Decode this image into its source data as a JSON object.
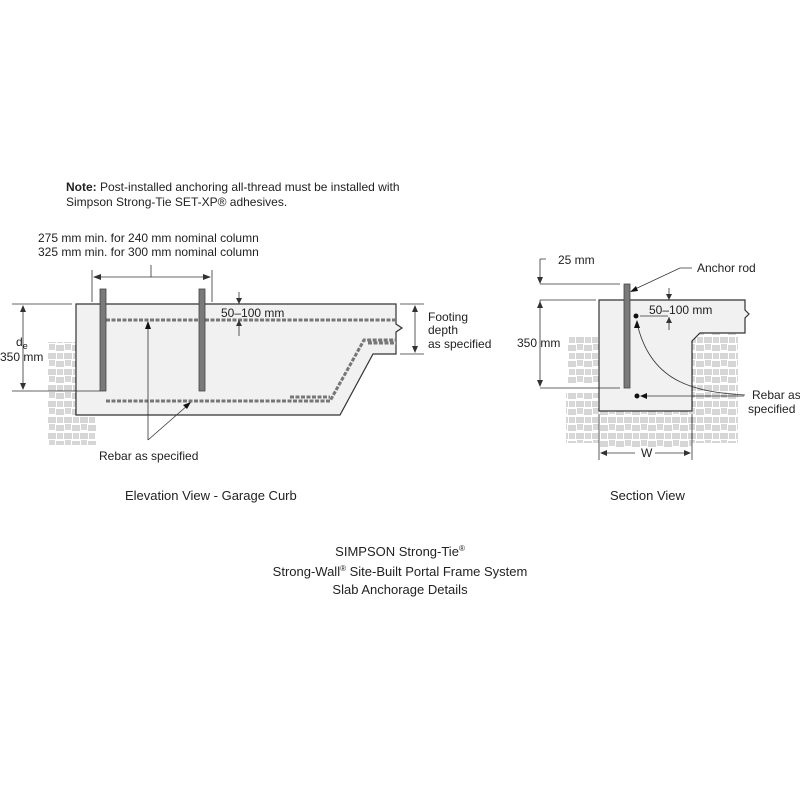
{
  "note": {
    "label": "Note:",
    "line1": " Post-installed anchoring all-thread must be installed with",
    "line2": "Simpson Strong-Tie SET-XP® adhesives."
  },
  "elevation": {
    "spacing_line1": "275 mm min. for 240 mm nominal column",
    "spacing_line2": "325 mm min. for 300 mm nominal column",
    "cover": "50–100 mm",
    "de_label": "d",
    "de_sub": "e",
    "depth": "350 mm",
    "footing_line1": "Footing",
    "footing_line2": "depth",
    "footing_line3": "as specified",
    "rebar": "Rebar as specified",
    "caption": "Elevation View - Garage Curb"
  },
  "section": {
    "projection": "25 mm",
    "anchor_rod": "Anchor rod",
    "cover": "50–100 mm",
    "depth": "350 mm",
    "rebar_line1": "Rebar as",
    "rebar_line2": "specified",
    "width": "W",
    "caption": "Section View"
  },
  "title": {
    "line1": "SIMPSON Strong-Tie",
    "line1_mark": "®",
    "line2a": "Strong-Wall",
    "line2_mark": "®",
    "line2b": " Site-Built Portal Frame System",
    "line3": "Slab Anchorage Details"
  }
}
